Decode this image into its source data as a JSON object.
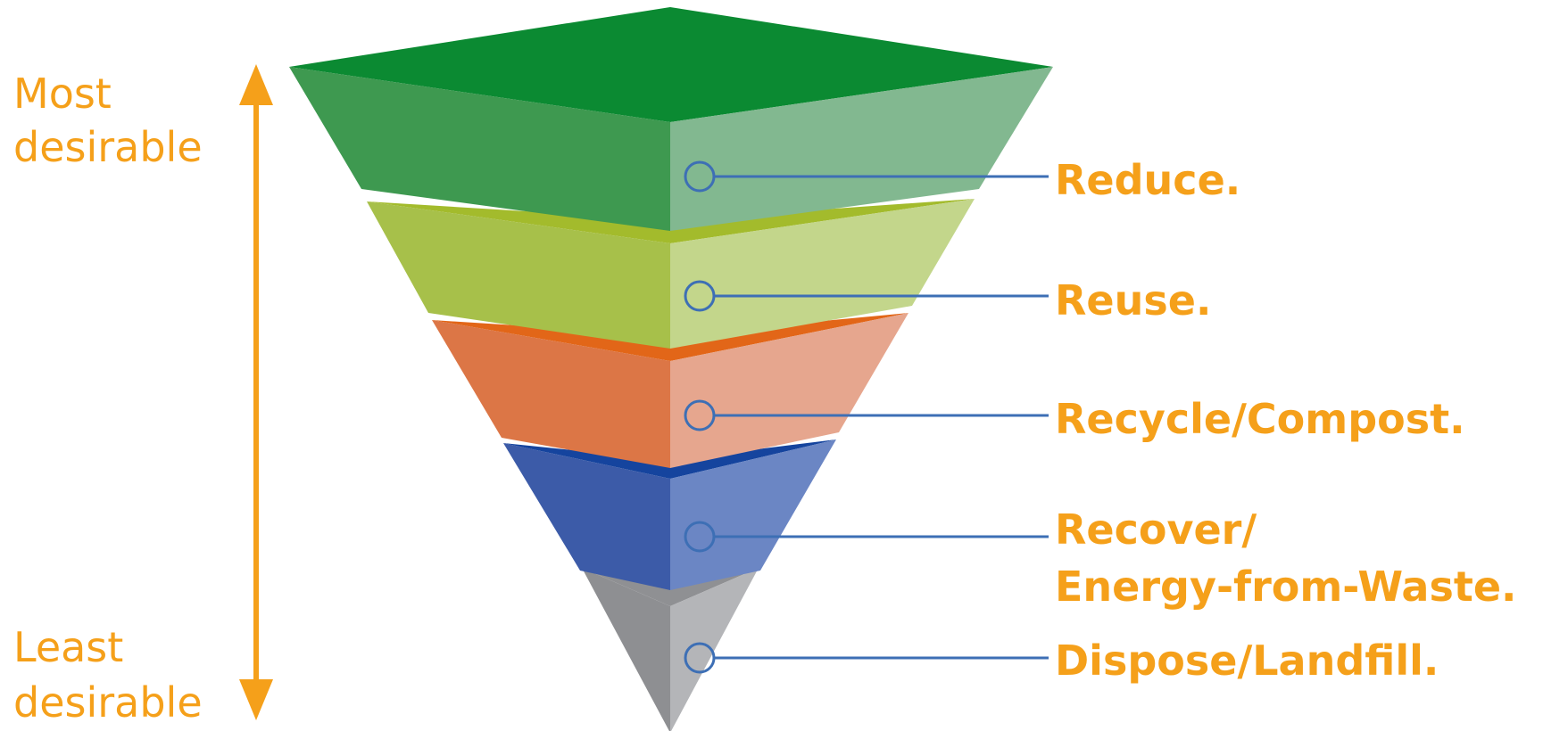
{
  "axis": {
    "top_label_line1": "Most",
    "top_label_line2": "desirable",
    "bottom_label_line1": "Least",
    "bottom_label_line2": "desirable",
    "color": "#f5a01a"
  },
  "levels": [
    {
      "label": "Reduce.",
      "label_line2": "",
      "colors": {
        "top": "#0b8a32",
        "front": "#3e9950",
        "side": "#82b890"
      }
    },
    {
      "label": "Reuse.",
      "label_line2": "",
      "colors": {
        "top": "#a3bb2c",
        "front": "#a7c04a",
        "side": "#c3d68b"
      }
    },
    {
      "label": "Recycle/Compost.",
      "label_line2": "",
      "colors": {
        "top": "#e26618",
        "front": "#dc7646",
        "side": "#e6a68e"
      }
    },
    {
      "label": "Recover/",
      "label_line2": "Energy-from-Waste.",
      "colors": {
        "top": "#15449e",
        "front": "#3c5ba8",
        "side": "#6b86c4"
      }
    },
    {
      "label": "Dispose/Landfill.",
      "label_line2": "",
      "colors": {
        "top": "#8f9093",
        "front": "#8e8f92",
        "side": "#b4b5b8"
      }
    }
  ],
  "label_color": "#f5a01a",
  "leader_color": "#3d6fb5"
}
